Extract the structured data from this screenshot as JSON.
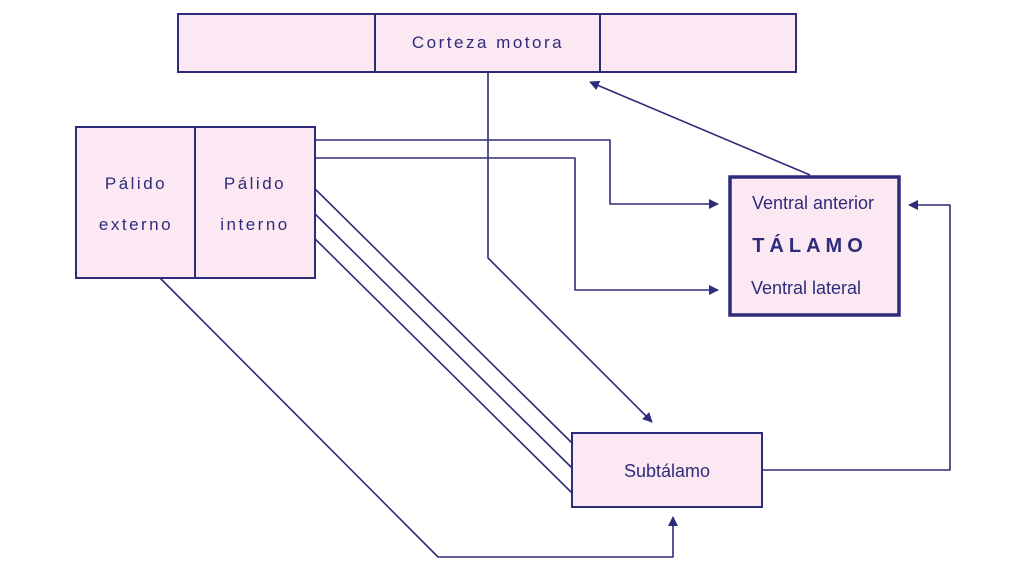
{
  "colors": {
    "box_fill": "#fce8f3",
    "line": "#2e2c7a"
  },
  "nodes": {
    "corteza_motora": "Corteza motora",
    "palido_externo": {
      "line1": "Pálido",
      "line2": "externo"
    },
    "palido_interno": {
      "line1": "Pálido",
      "line2": "interno"
    },
    "talamo": {
      "top": "Ventral anterior",
      "title": "TÁLAMO",
      "bottom": "Ventral lateral"
    },
    "subtalamo": "Subtálamo"
  }
}
